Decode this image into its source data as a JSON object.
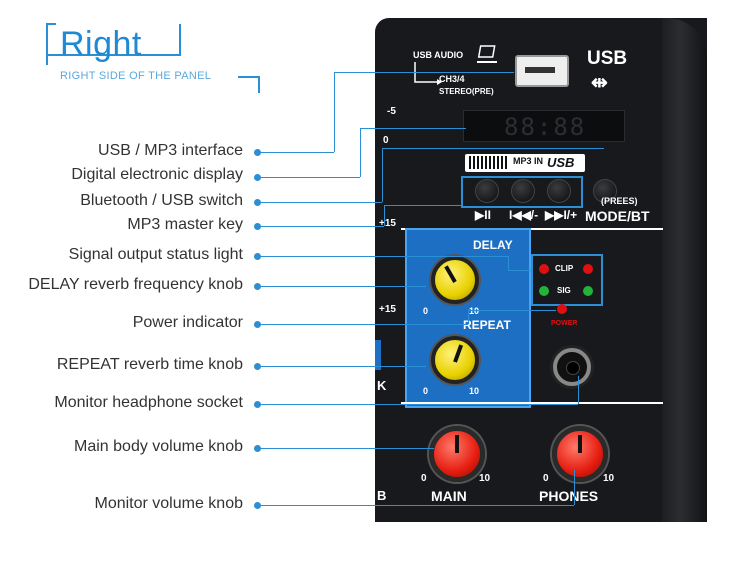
{
  "header": {
    "title": "Right",
    "subtitle": "RIGHT SIDE OF THE PANEL"
  },
  "callouts": [
    "USB / MP3 interface",
    "Digital electronic display",
    "Bluetooth / USB switch",
    "MP3 master key",
    "Signal output status light",
    "DELAY reverb frequency knob",
    "Power indicator",
    "REPEAT reverb time knob",
    "Monitor headphone socket",
    "Main body volume knob",
    "Monitor volume knob"
  ],
  "panel": {
    "usb_audio": "USB AUDIO",
    "ch34": "CH3/4",
    "stereo": "STEREO(PRE)",
    "usb_label": "USB",
    "mp3_in": "MP3 IN",
    "usb_badge": "USB",
    "prees": "(PREES)",
    "mode_bt": "MODE/BT",
    "delay": "DELAY",
    "repeat": "REPEAT",
    "clip": "CLIP",
    "sig": "SIG",
    "power": "POWER",
    "main": "MAIN",
    "phones": "PHONES",
    "knob_min": "0",
    "knob_max": "10",
    "display_digits": "88:88",
    "transport": [
      "▶II",
      "I◀◀/-",
      "▶▶I/+"
    ],
    "scale": [
      "-5",
      "0",
      "+15",
      "+15"
    ],
    "edge_letters": [
      "K",
      "B"
    ]
  },
  "colors": {
    "accent": "#2a8fd4",
    "panel": "#17191d",
    "blue_section": "#1d6fc4",
    "knob_yellow": "#e8d000",
    "knob_red": "#e51d10",
    "led_red": "#e01010",
    "led_green": "#22b33a"
  }
}
